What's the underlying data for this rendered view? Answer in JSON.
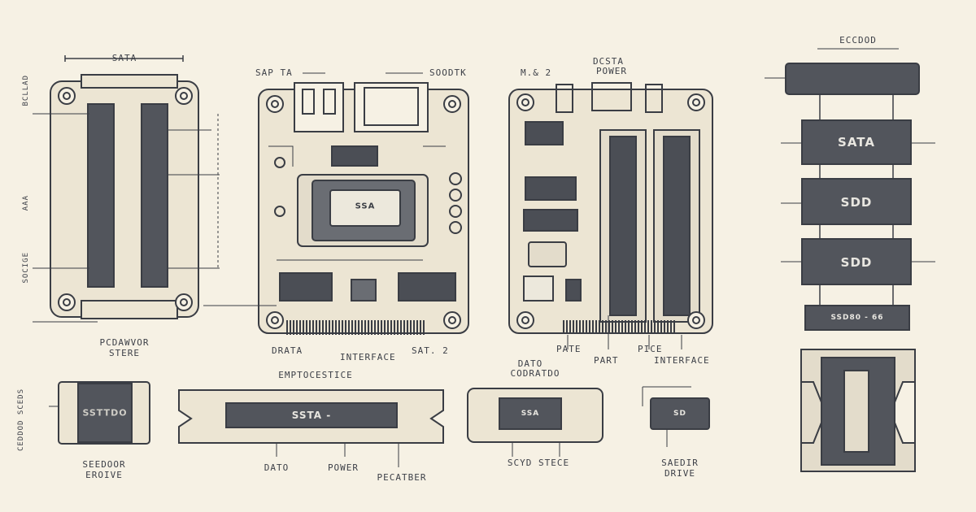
{
  "labels": {
    "sata_top": "SATA",
    "reader_store_1": "PCDAWVOR",
    "reader_store_2": "STERE",
    "sap_ta": "SAP TA",
    "soootk": "SOODTK",
    "drata": "DRATA",
    "interface_1": "INTERFACE",
    "sat_2": "SAT. 2",
    "m2": "M.& 2",
    "dcsta_power_1": "DCSTA",
    "dcsta_power_2": "POWER",
    "pate": "PATE",
    "part": "PART",
    "pice": "PICE",
    "interface_2": "INTERFACE",
    "ecccdod": "ECCDOD",
    "emprocestice": "EMPTOCESTICE",
    "dato_connector_1": "DATO",
    "dato_connector_2": "CODRATDO",
    "seedoor_1": "SEEDOOR",
    "seedoor_2": "EROIVE",
    "dato_bottom": "DATO",
    "power_bottom": "POWER",
    "pecatber": "PECATBER",
    "scyd_stece": "SCYD STECE",
    "saedir_1": "SAEDIR",
    "saedir_2": "DRIVE",
    "left_side_1": "BCLLAD",
    "left_side_2": "AAA",
    "left_side_3": "SOCIGE",
    "bottom_left_side": "CEDDOD SCEDS"
  },
  "chips": {
    "center_chip": "SSA",
    "sata_block": "SATA",
    "sdd_block_1": "SDD",
    "sdd_block_2": "SDD",
    "small_strip": "SSD80 - 66",
    "bottom_left": "SSTTDO",
    "bottom_strip": "SSTA -",
    "bottom_mid_chip": "SSA",
    "bottom_small": "SD"
  },
  "colors": {
    "paper": "#f6f1e4",
    "line": "#3a3d44",
    "chip": "#4b4e55",
    "board": "#ece5d3"
  }
}
